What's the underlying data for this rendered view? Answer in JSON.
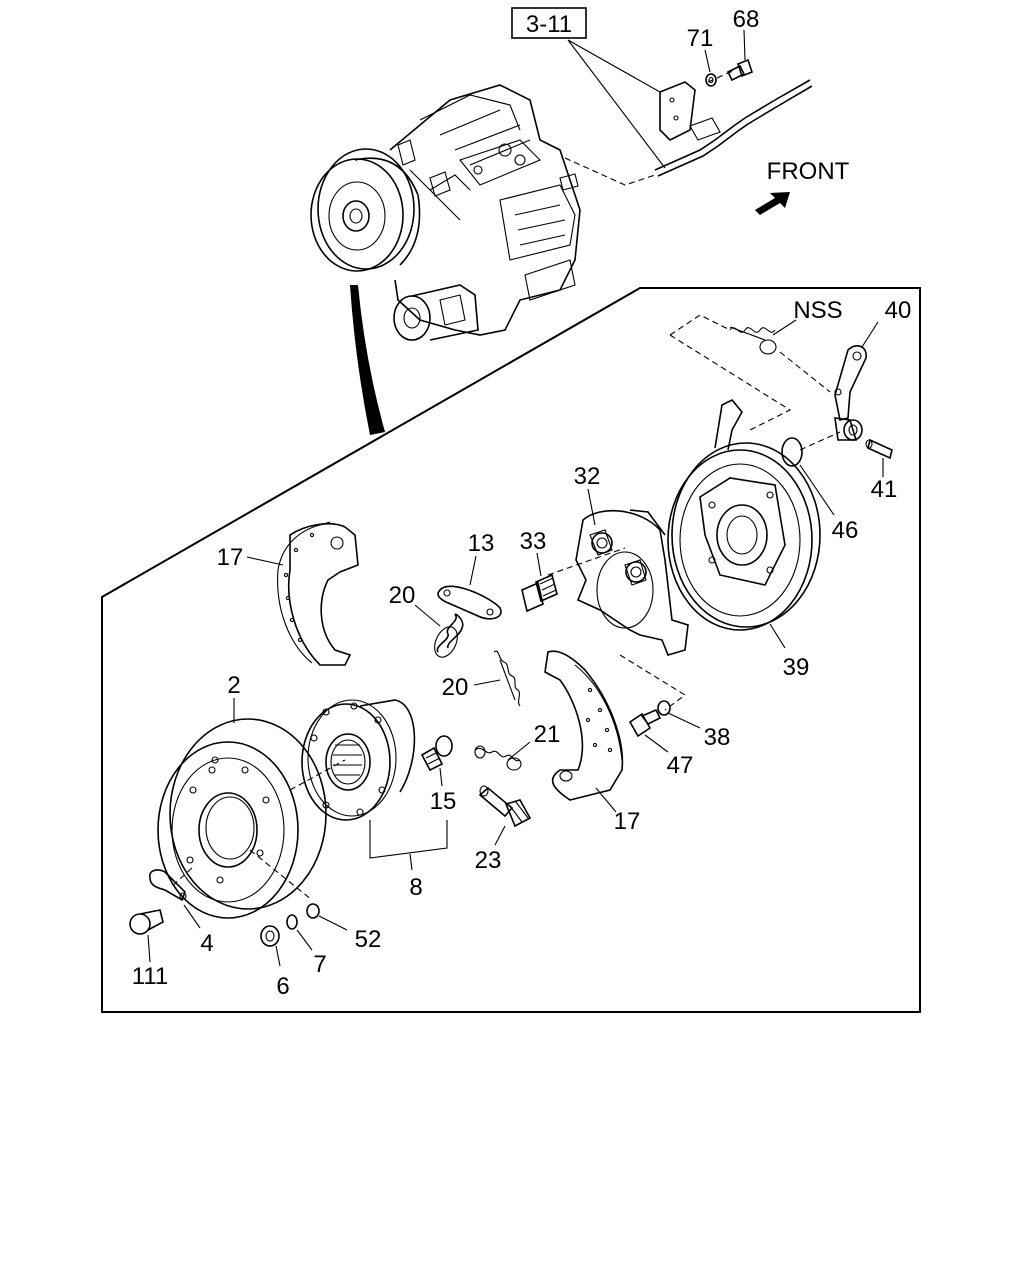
{
  "ref_box": "3-11",
  "front_label": "FRONT",
  "callouts": {
    "c68": "68",
    "c71": "71",
    "nss": "NSS",
    "c40": "40",
    "c32": "32",
    "c13": "13",
    "c33": "33",
    "c17_left": "17",
    "c20_upper": "20",
    "c20_lower": "20",
    "c41": "41",
    "c46": "46",
    "c39": "39",
    "c2": "2",
    "c21": "21",
    "c38": "38",
    "c47": "47",
    "c15": "15",
    "c17_right": "17",
    "c23": "23",
    "c8": "8",
    "c4": "4",
    "c52": "52",
    "c7": "7",
    "c111": "111",
    "c6": "6"
  }
}
